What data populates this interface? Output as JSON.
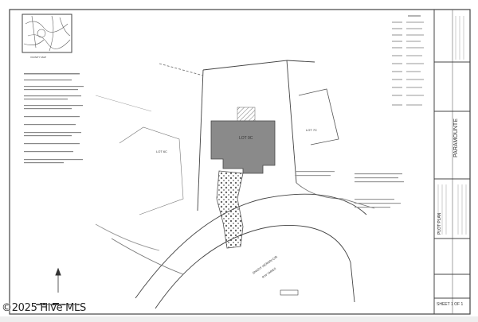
{
  "drawing": {
    "lot_label": "LOT 9C",
    "adjacent_lot_right": "LOT 7C",
    "adjacent_lot_left": "LOT 6C",
    "road_name": "SHADY HERON CIR",
    "road_subtext": "R/W VARIES",
    "location_map_label": "VICINITY MAP"
  },
  "title_block": {
    "company": "PARAMOUNTE",
    "plan_title": "PLOT PLAN",
    "sheet": "SHEET 1 OF 1"
  },
  "watermark": "©2025 Hive MLS",
  "colors": {
    "building": "#8a8a8a",
    "line": "#333333"
  }
}
